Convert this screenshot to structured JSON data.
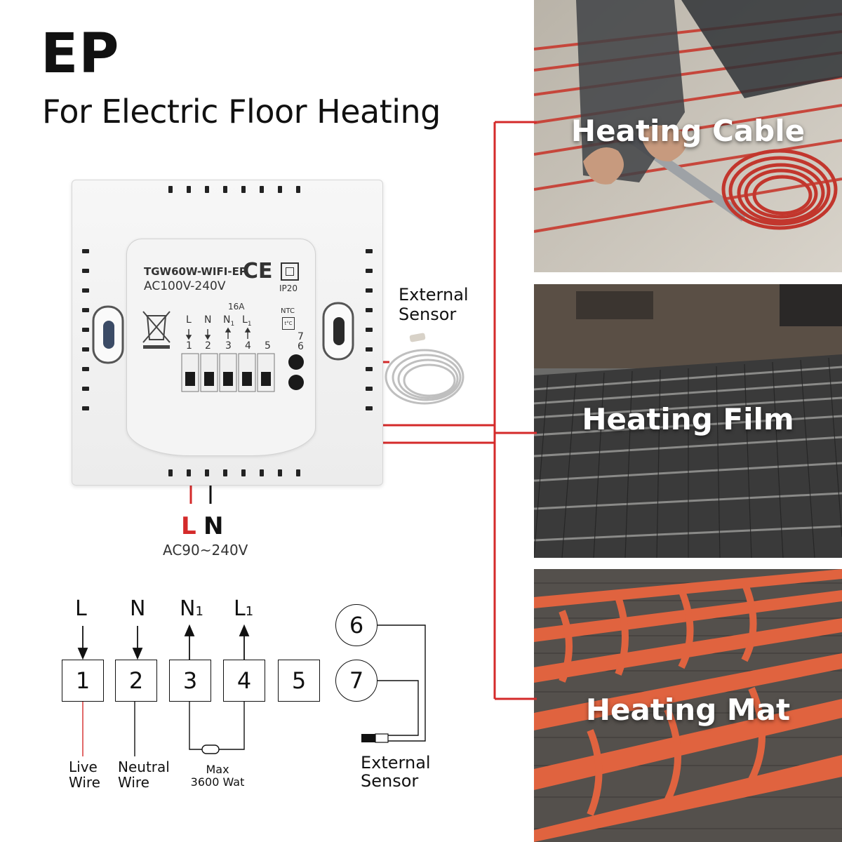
{
  "header": {
    "title": "EP",
    "subtitle": "For Electric Floor Heating"
  },
  "device": {
    "model": "TGW60W-WIFI-EP",
    "rating": "AC100V-240V",
    "ce_mark": "CE",
    "ip_rating": "IP20",
    "current": "16A",
    "ntc_label": "NTC",
    "ntc_symbol": "t°C",
    "terminals": [
      {
        "letter": "L",
        "sub": "",
        "number": "1"
      },
      {
        "letter": "N",
        "sub": "",
        "number": "2"
      },
      {
        "letter": "N",
        "sub": "1",
        "number": "3"
      },
      {
        "letter": "L",
        "sub": "1",
        "number": "4"
      },
      {
        "letter": "",
        "sub": "",
        "number": "5"
      }
    ],
    "ntc_pins": [
      "7",
      "6"
    ]
  },
  "external_sensor": {
    "line1": "External",
    "line2": "Sensor"
  },
  "power": {
    "live": "L",
    "neutral": "N",
    "voltage": "AC90~240V"
  },
  "schematic": {
    "labels": [
      {
        "letter": "L",
        "sub": ""
      },
      {
        "letter": "N",
        "sub": ""
      },
      {
        "letter": "N",
        "sub": "1"
      },
      {
        "letter": "L",
        "sub": "1"
      }
    ],
    "boxes": [
      "1",
      "2",
      "3",
      "4",
      "5"
    ],
    "sensor_pins": [
      "6",
      "7"
    ],
    "live_wire": {
      "line1": "Live",
      "line2": "Wire"
    },
    "neutral_wire": {
      "line1": "Neutral",
      "line2": "Wire"
    },
    "load": {
      "line1": "Max",
      "line2": "3600 Wat"
    },
    "sensor": {
      "line1": "External",
      "line2": "Sensor"
    }
  },
  "applications": [
    {
      "label": "Heating Cable"
    },
    {
      "label": "Heating Film"
    },
    {
      "label": "Heating Mat"
    }
  ],
  "colors": {
    "wire_red": "#d42a2a",
    "text": "#111111",
    "tile_floor": "#c9c3b8"
  }
}
